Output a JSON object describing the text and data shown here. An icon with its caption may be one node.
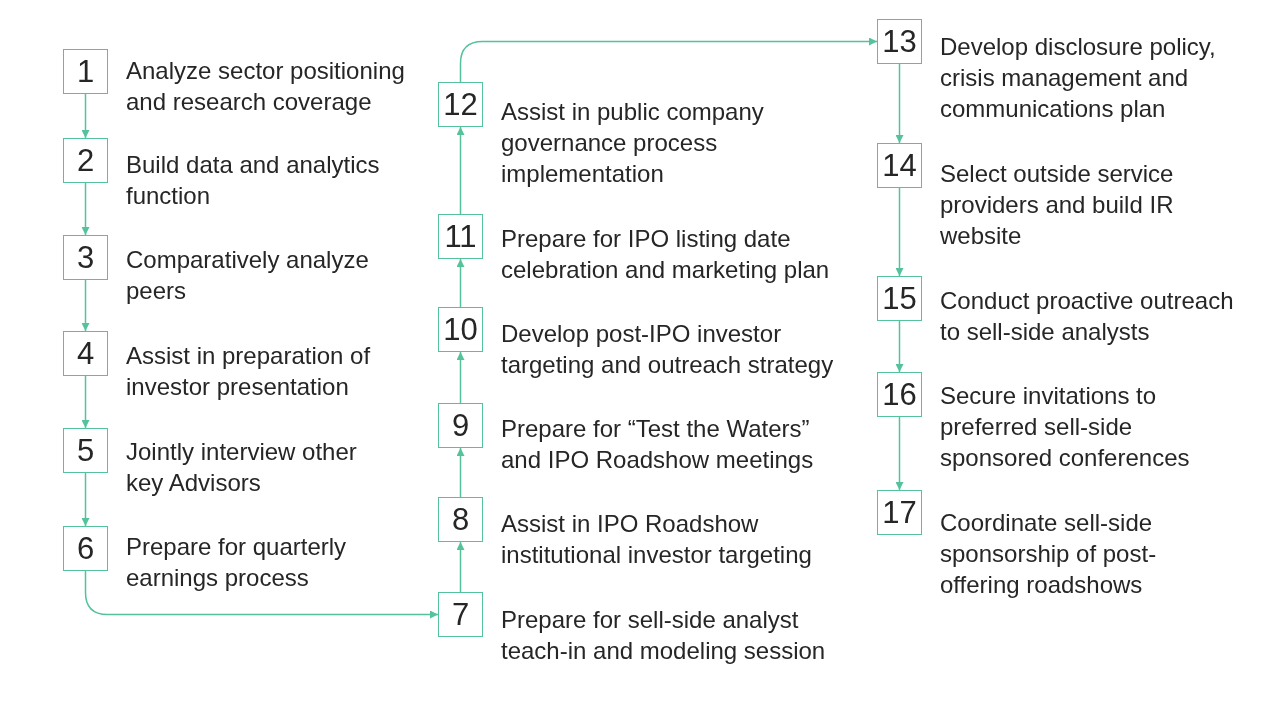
{
  "diagram": {
    "nodes": [
      {
        "text": [
          "1"
        ],
        "beside": [
          "Analyze sector positioning and research coverage"
        ]
      },
      {
        "text": [
          "2"
        ],
        "beside": [
          "Build data and analytics function"
        ]
      },
      {
        "text": [
          "3"
        ],
        "beside": [
          "Comparatively analyze peers"
        ]
      },
      {
        "text": [
          "4"
        ],
        "beside": [
          "Assist in preparation of investor presentation"
        ]
      },
      {
        "text": [
          "5"
        ],
        "beside": [
          "Jointly interview other key Advisors"
        ]
      },
      {
        "text": [
          "6"
        ],
        "beside": [
          "Prepare for quarterly earnings process"
        ]
      },
      {
        "text": [
          "7"
        ],
        "beside": [
          "Prepare for sell-side analyst teach-in and modeling session"
        ]
      },
      {
        "text": [
          "8"
        ],
        "beside": [
          "Assist in IPO Roadshow institutional investor targeting"
        ]
      },
      {
        "text": [
          "9"
        ],
        "beside": [
          "Prepare for “Test the Waters” and IPO Roadshow meetings"
        ]
      },
      {
        "text": [
          "10"
        ],
        "beside": [
          "Develop post-IPO investor targeting and outreach strategy"
        ]
      },
      {
        "text": [
          "11"
        ],
        "beside": [
          "Prepare for IPO listing date celebration and marketing plan"
        ]
      },
      {
        "text": [
          "12"
        ],
        "beside": [
          "Assist in public company governance process implementation"
        ]
      },
      {
        "text": [
          "13"
        ],
        "beside": [
          "Develop disclosure policy, crisis management and communications plan"
        ]
      },
      {
        "text": [
          "14"
        ],
        "beside": [
          "Select outside service providers and build IR website"
        ]
      },
      {
        "text": [
          "15"
        ],
        "beside": [
          "Conduct proactive outreach to sell-side analysts"
        ]
      },
      {
        "text": [
          "16"
        ],
        "beside": [
          "Secure invitations to preferred sell-side sponsored conferences"
        ]
      },
      {
        "text": [
          "17"
        ],
        "beside": [
          "Coordinate sell-side sponsorship of post-offering roadshows"
        ]
      }
    ],
    "edges": [
      {
        "from": 0,
        "to": 1,
        "arrow": "to"
      },
      {
        "from": 1,
        "to": 2,
        "arrow": "to"
      },
      {
        "from": 2,
        "to": 3,
        "arrow": "to"
      },
      {
        "from": 3,
        "to": 4,
        "arrow": "to"
      },
      {
        "from": 4,
        "to": 5,
        "arrow": "to"
      },
      {
        "from": 5,
        "to": 6,
        "arrow": "to"
      },
      {
        "from": 6,
        "to": 7,
        "arrow": "to"
      },
      {
        "from": 7,
        "to": 8,
        "arrow": "to"
      },
      {
        "from": 8,
        "to": 9,
        "arrow": "to"
      },
      {
        "from": 9,
        "to": 10,
        "arrow": "to"
      },
      {
        "from": 10,
        "to": 11,
        "arrow": "to"
      },
      {
        "from": 11,
        "to": 12,
        "arrow": "to"
      },
      {
        "from": 12,
        "to": 13,
        "arrow": "to"
      },
      {
        "from": 13,
        "to": 14,
        "arrow": "to"
      },
      {
        "from": 14,
        "to": 15,
        "arrow": "to"
      },
      {
        "from": 15,
        "to": 16,
        "arrow": "to"
      }
    ]
  }
}
